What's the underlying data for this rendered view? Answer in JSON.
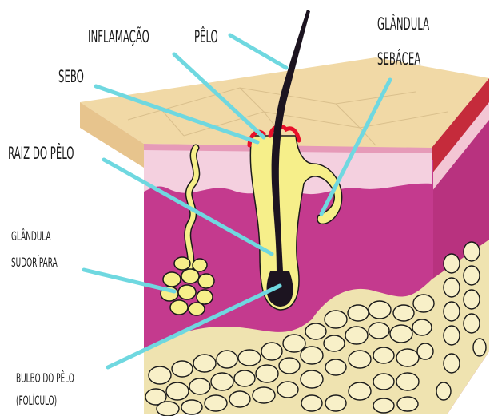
{
  "labels": {
    "inflamacao": "INFLAMAÇÃO",
    "pelo": "PÊLO",
    "glandula_sebacea_1": "GLÂNDULA",
    "glandula_sebacea_2": "SEBÁCEA",
    "sebo": "SEBO",
    "raiz_do_pelo": "RAIZ DO PÊLO",
    "glandula_sudoripara_1": "GLÂNDULA",
    "glandula_sudoripara_2": "SUDORÍPARA",
    "bulbo_do_pelo_1": "BULBO DO PÊLO",
    "bulbo_do_pelo_2": "(FOLÍCULO)"
  },
  "colors": {
    "leader_line": "#6fd8e0",
    "skin_surface": "#f1d9a6",
    "dermis": "#c43a8e",
    "dermis_dark": "#a82a77",
    "epidermis": "#f4d0df",
    "gland": "#f6ef8a",
    "hair": "#1c1420",
    "inflammation": "#e8102a",
    "fat": "#efe3b0"
  }
}
